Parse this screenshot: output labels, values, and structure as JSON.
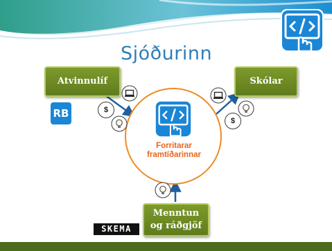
{
  "slide": {
    "title": "Sjóðurinn",
    "nodes": {
      "atvinnulif": "Atvinnulíf",
      "skolar": "Skólar",
      "menntun_line1": "Menntun",
      "menntun_line2": "og ráðgjöf"
    },
    "center": {
      "line1": "Forritarar",
      "line2": "framtíðarinnar"
    },
    "logos": {
      "rb": "RB",
      "skema": "SKEMA"
    },
    "flow_labels": {
      "money": "$"
    }
  },
  "colors": {
    "title": "#2e7fb8",
    "node_fill": "#6b8a22",
    "center_ring": "#f08a24",
    "center_text": "#e8641b",
    "accent_blue": "#1a86d6",
    "bottom_bar": "#4d6b1c"
  },
  "icons": [
    "code-hand-icon",
    "laptop-icon",
    "money-icon",
    "lightbulb-icon"
  ]
}
